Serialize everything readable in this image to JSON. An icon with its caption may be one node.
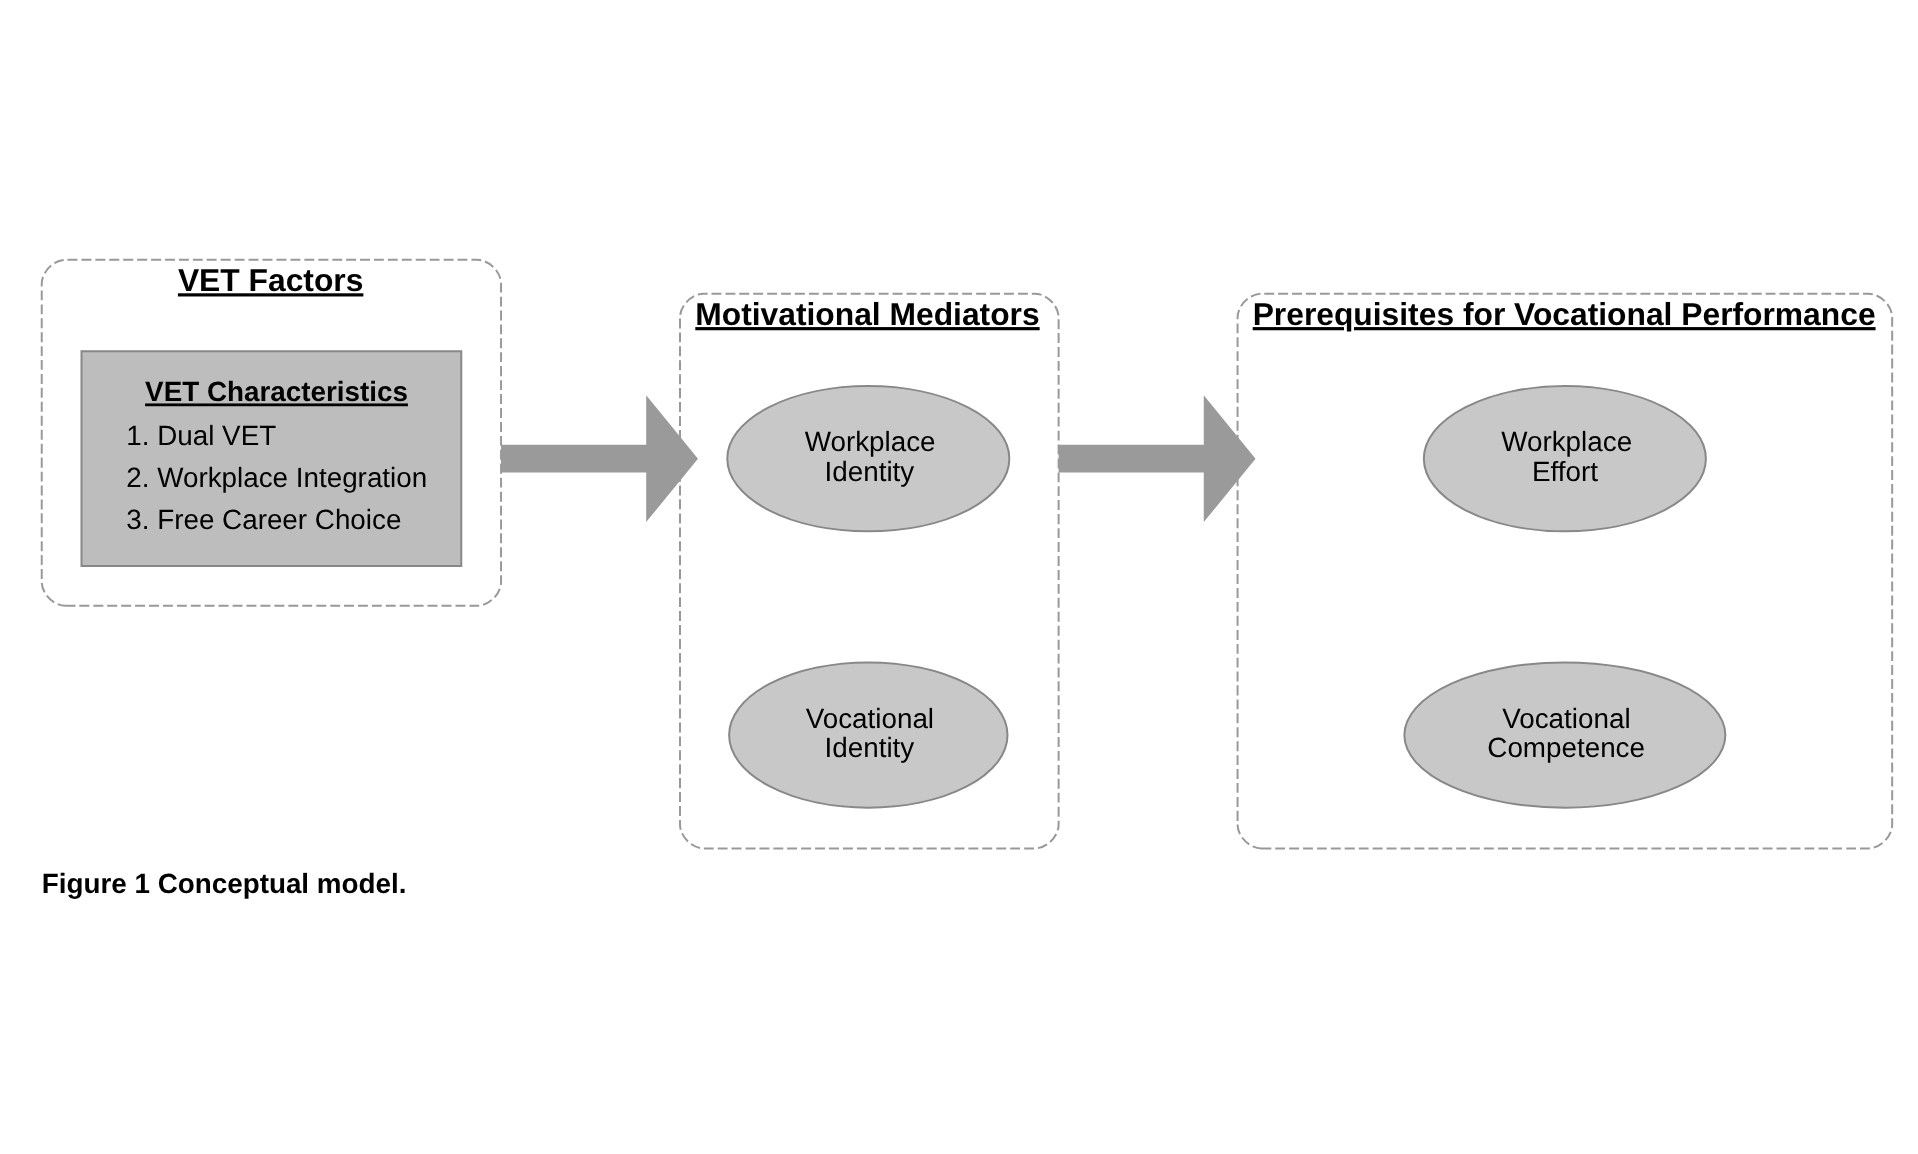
{
  "diagram": {
    "caption": "Figure 1 Conceptual model.",
    "nodes": [
      {
        "text": [
          "VET Factors"
        ]
      },
      {
        "text": [
          "VET Characteristics",
          "1. Dual VET",
          "2. Workplace Integration",
          "3. Free Career Choice"
        ],
        "in": 0
      },
      {
        "text": [
          "Motivational Mediators"
        ]
      },
      {
        "text": [
          "Workplace Identity"
        ],
        "in": 2
      },
      {
        "text": [
          "Vocational Identity"
        ],
        "in": 2
      },
      {
        "text": [
          "Prerequisites for Vocational Performance"
        ]
      },
      {
        "text": [
          "Workplace Effort"
        ],
        "in": 5
      },
      {
        "text": [
          "Vocational Competence"
        ],
        "in": 5
      }
    ],
    "edges": [
      {
        "from": 0,
        "to": 2,
        "arrow": "to"
      },
      {
        "from": 2,
        "to": 5,
        "arrow": "to"
      }
    ]
  }
}
